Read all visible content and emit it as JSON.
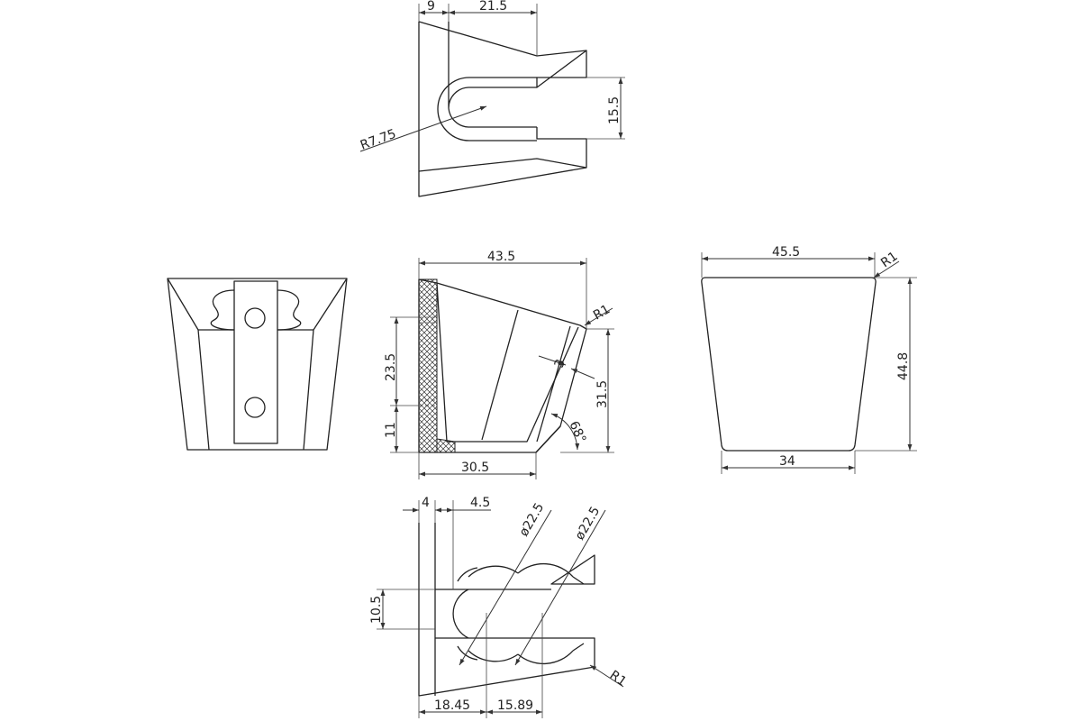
{
  "views": {
    "top": {
      "dims": [
        "9",
        "21.5",
        "R7.75",
        "15.5"
      ]
    },
    "front": {},
    "section": {
      "dims": [
        "43.5",
        "R1",
        "3",
        "23.5",
        "31.5",
        "11",
        "68°",
        "30.5"
      ]
    },
    "side": {
      "dims": [
        "45.5",
        "R1",
        "44.8",
        "34"
      ]
    },
    "bottom": {
      "dims": [
        "4",
        "4.5",
        "ø22.5",
        "ø22.5",
        "10.5",
        "R1",
        "18.45",
        "15.89"
      ]
    }
  },
  "colors": {
    "line": "#222222",
    "hatch": "#333333",
    "background": "#ffffff"
  }
}
